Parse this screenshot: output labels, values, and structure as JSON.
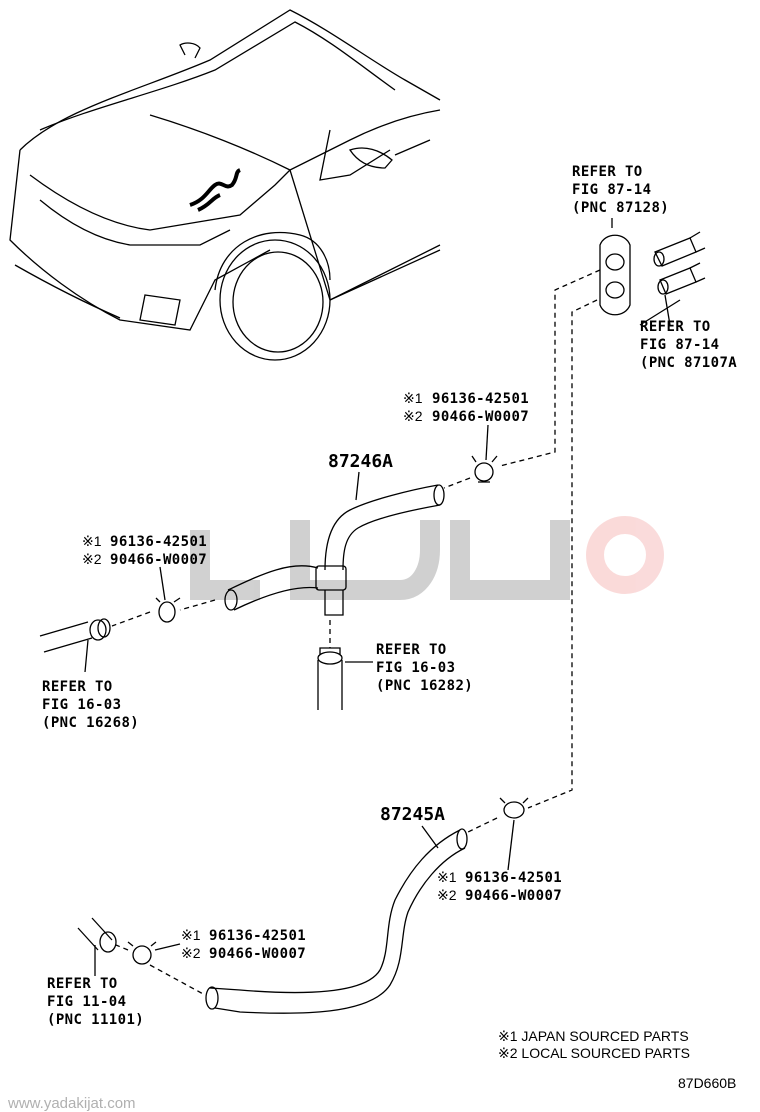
{
  "watermark": {
    "site": "www.yadakijat.com",
    "accent_color": "#e53935"
  },
  "diagram_code": "87D660B",
  "parts": [
    {
      "number": "87246A"
    },
    {
      "number": "87245A"
    }
  ],
  "clamps": [
    {
      "mark1": "※1",
      "part1": "96136-42501",
      "mark2": "※2",
      "part2": "90466-W0007"
    },
    {
      "mark1": "※1",
      "part1": "96136-42501",
      "mark2": "※2",
      "part2": "90466-W0007"
    },
    {
      "mark1": "※1",
      "part1": "96136-42501",
      "mark2": "※2",
      "part2": "90466-W0007"
    },
    {
      "mark1": "※1",
      "part1": "96136-42501",
      "mark2": "※2",
      "part2": "90466-W0007"
    }
  ],
  "references": [
    {
      "line1": "REFER TO",
      "line2": "FIG 87-14",
      "line3": "(PNC 87128)"
    },
    {
      "line1": "REFER TO",
      "line2": "FIG 87-14",
      "line3": "(PNC 87107A"
    },
    {
      "line1": "REFER TO",
      "line2": "FIG 16-03",
      "line3": "(PNC 16282)"
    },
    {
      "line1": "REFER TO",
      "line2": "FIG 16-03",
      "line3": "(PNC 16268)"
    },
    {
      "line1": "REFER TO",
      "line2": "FIG 11-04",
      "line3": "(PNC 11101)"
    }
  ],
  "legend": [
    "※1 JAPAN SOURCED PARTS",
    "※2 LOCAL SOURCED PARTS"
  ]
}
